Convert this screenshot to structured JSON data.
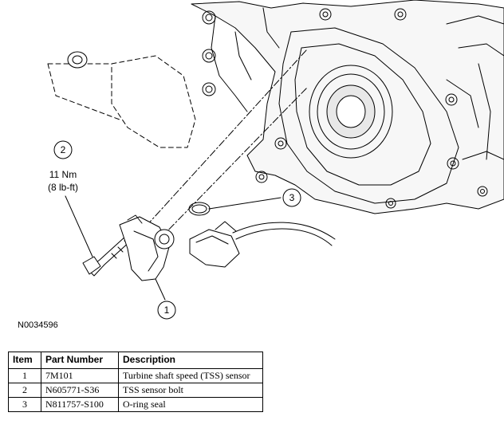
{
  "callouts": [
    {
      "number": "1"
    },
    {
      "number": "2",
      "torque_nm": "11 Nm",
      "torque_lbft": "(8 lb-ft)"
    },
    {
      "number": "3"
    }
  ],
  "figure_id": "N0034596",
  "table": {
    "headers": [
      "Item",
      "Part Number",
      "Description"
    ],
    "rows": [
      {
        "item": "1",
        "part_number": "7M101",
        "description": "Turbine shaft speed (TSS) sensor"
      },
      {
        "item": "2",
        "part_number": "N605771-S36",
        "description": "TSS sensor bolt"
      },
      {
        "item": "3",
        "part_number": "N811757-S100",
        "description": "O-ring seal"
      }
    ]
  }
}
